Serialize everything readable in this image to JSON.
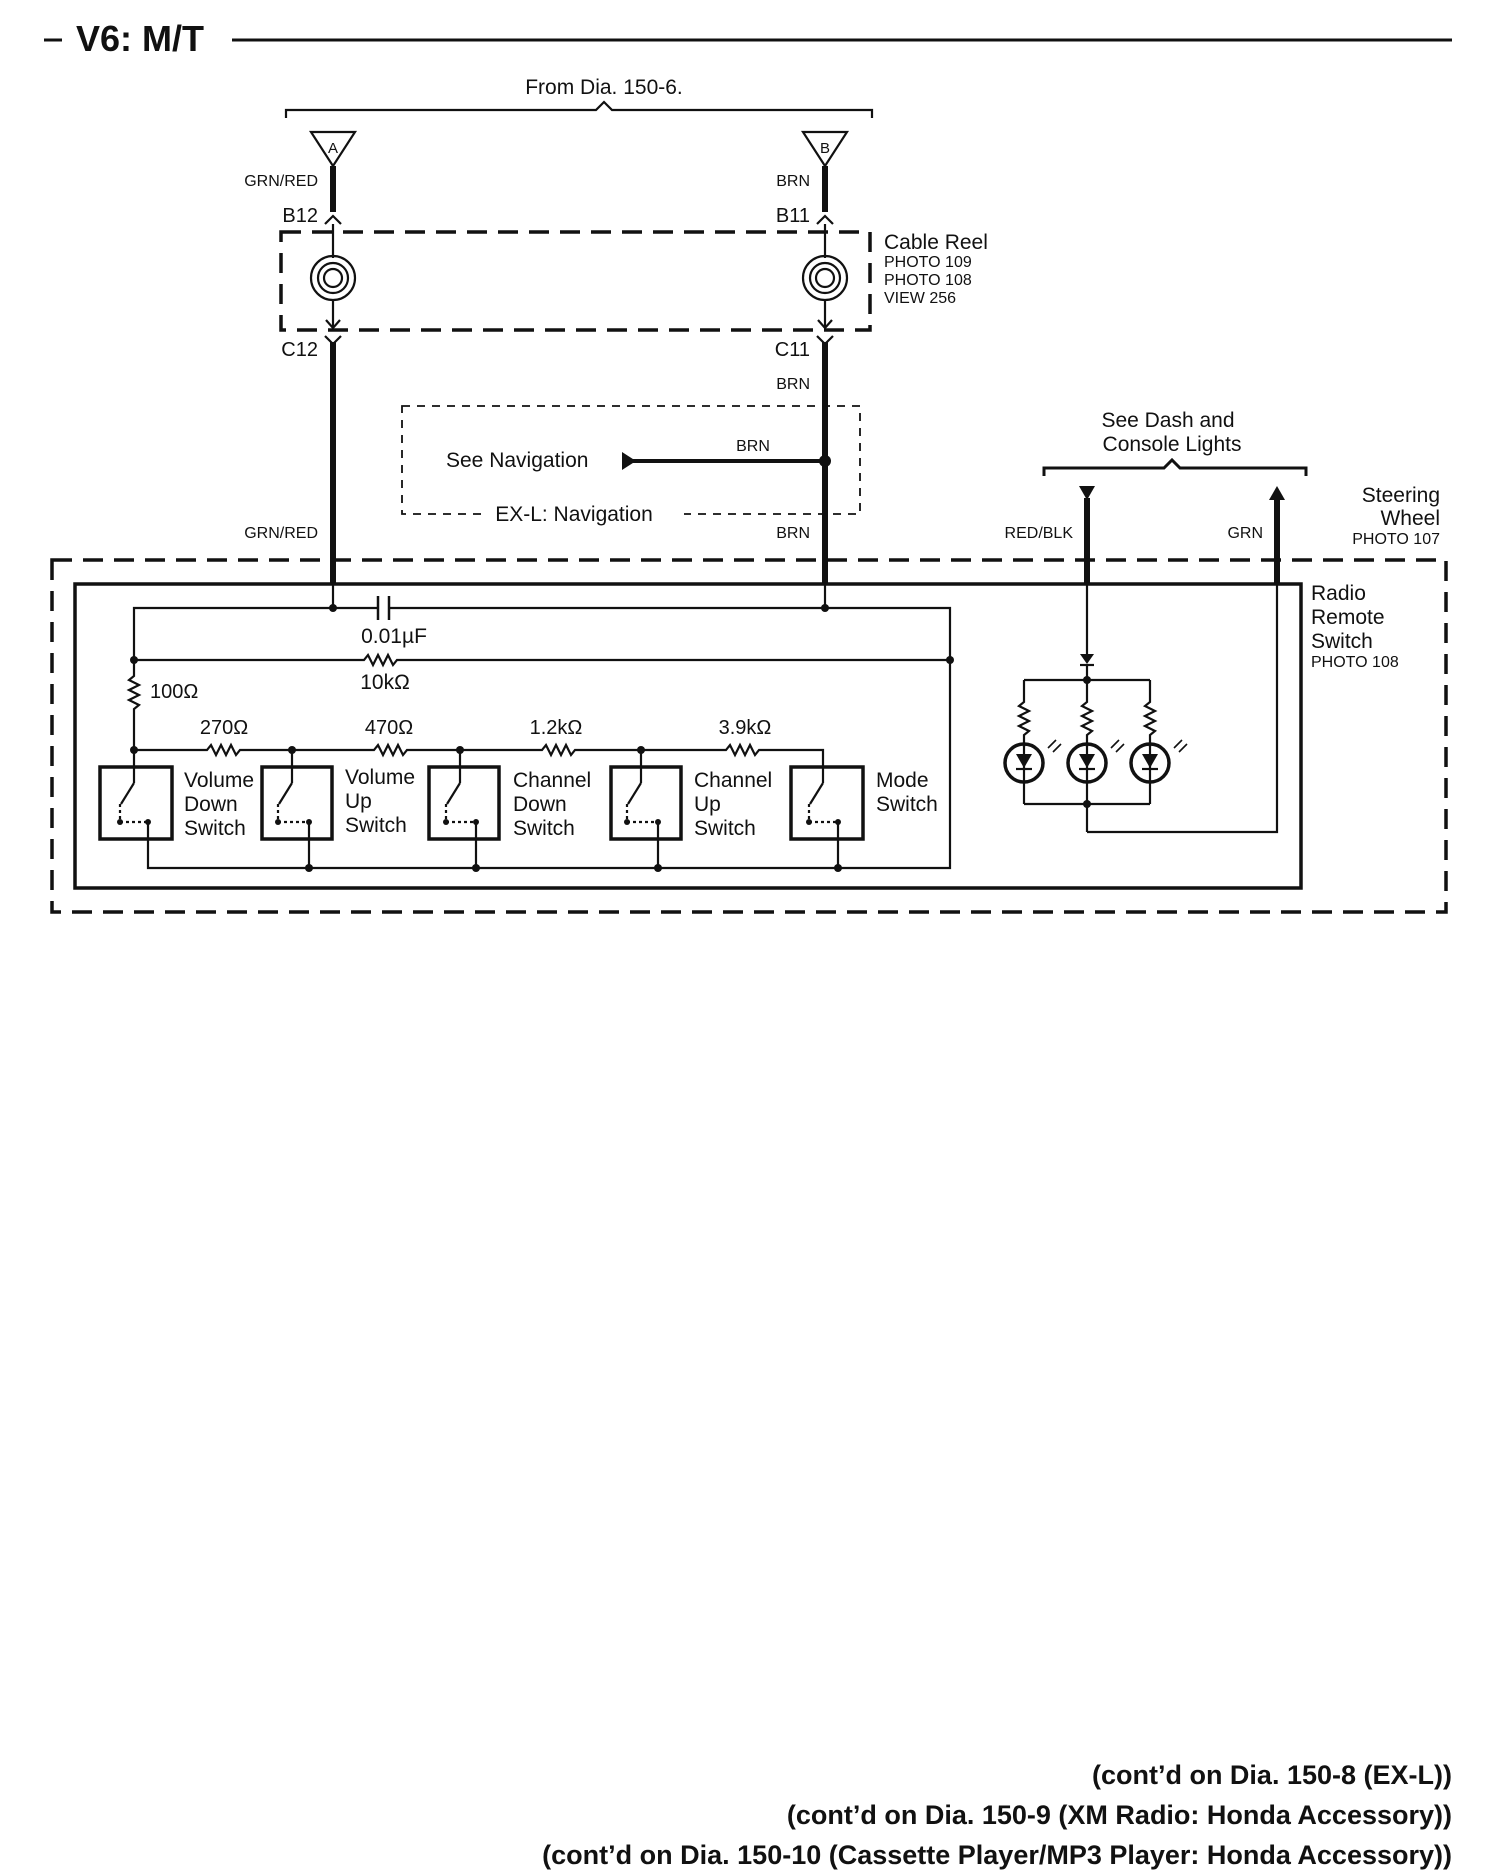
{
  "header": {
    "title": "V6: M/T"
  },
  "source": {
    "from_label": "From Dia. 150-6.",
    "connector_a": "A",
    "connector_b": "B"
  },
  "wires": {
    "left_top": "GRN/RED",
    "right_top": "BRN",
    "right_mid": "BRN",
    "nav_branch": "BRN",
    "left_bottom": "GRN/RED",
    "right_bottom": "BRN",
    "light_in": "RED/BLK",
    "light_out": "GRN"
  },
  "pins": {
    "b12": "B12",
    "b11": "B11",
    "c12": "C12",
    "c11": "C11"
  },
  "cable_reel": {
    "name": "Cable Reel",
    "refs": [
      "PHOTO 109",
      "PHOTO 108",
      "VIEW 256"
    ]
  },
  "navigation": {
    "label": "See Navigation",
    "group": "EX-L: Navigation"
  },
  "dash_lights": {
    "line1": "See Dash and",
    "line2": "Console Lights"
  },
  "steering_wheel": {
    "line1": "Steering",
    "line2": "Wheel",
    "ref": "PHOTO 107"
  },
  "radio_remote": {
    "line1": "Radio",
    "line2": "Remote",
    "line3": "Switch",
    "ref": "PHOTO 108"
  },
  "components": {
    "capacitor": "0.01µF",
    "r_10k": "10kΩ",
    "r_100": "100Ω",
    "r_270": "270Ω",
    "r_470": "470Ω",
    "r_1k2": "1.2kΩ",
    "r_3k9": "3.9kΩ"
  },
  "switches": [
    {
      "lines": [
        "Volume",
        "Down",
        "Switch"
      ]
    },
    {
      "lines": [
        "Volume",
        "Up",
        "Switch"
      ]
    },
    {
      "lines": [
        "Channel",
        "Down",
        "Switch"
      ]
    },
    {
      "lines": [
        "Channel",
        "Up",
        "Switch"
      ]
    },
    {
      "lines": [
        "Mode",
        "Switch"
      ]
    }
  ],
  "footer": {
    "line1": "(cont’d on Dia.  150-8 (EX-L))",
    "line2": "(cont’d on Dia.  150-9 (XM Radio: Honda Accessory))",
    "line3": "(cont’d on Dia.  150-10 (Cassette Player/MP3 Player: Honda Accessory))"
  }
}
